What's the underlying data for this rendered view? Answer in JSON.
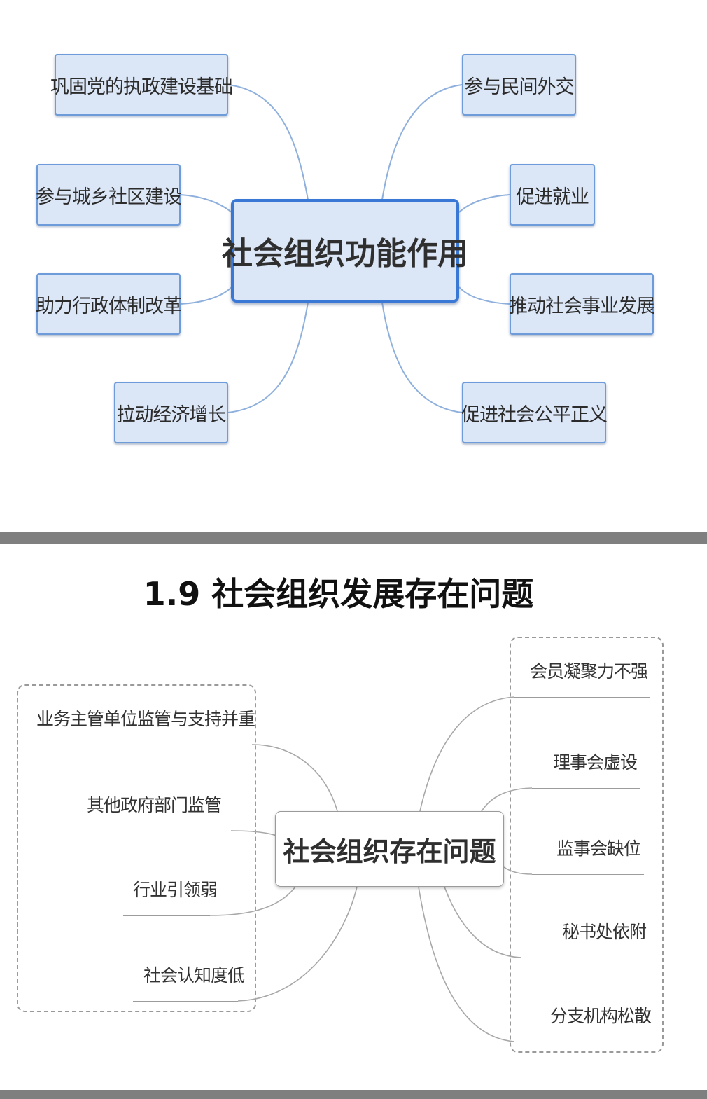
{
  "functions_map": {
    "center": "社会组织功能作用",
    "left_nodes": [
      "巩固党的执政建设基础",
      "参与城乡社区建设",
      "助力行政体制改革",
      "拉动经济增长"
    ],
    "right_nodes": [
      "参与民间外交",
      "促进就业",
      "推动社会事业发展",
      "促进社会公平正义"
    ]
  },
  "problems_section": {
    "title": "1.9 社会组织发展存在问题",
    "center": "社会组织存在问题",
    "left_items": [
      "业务主管单位监管与支持并重",
      "其他政府部门监管",
      "行业引领弱",
      "社会认知度低"
    ],
    "right_items": [
      "会员凝聚力不强",
      "理事会虚设",
      "监事会缺位",
      "秘书处依附",
      "分支机构松散"
    ]
  },
  "colors": {
    "node_fill": "#dbe6f6",
    "node_border": "#6e9bd9",
    "center_border": "#3a78d6",
    "connector_blue": "#8fb0dd",
    "connector_grey": "#a8a8a8",
    "separator": "#7f7f7f"
  }
}
